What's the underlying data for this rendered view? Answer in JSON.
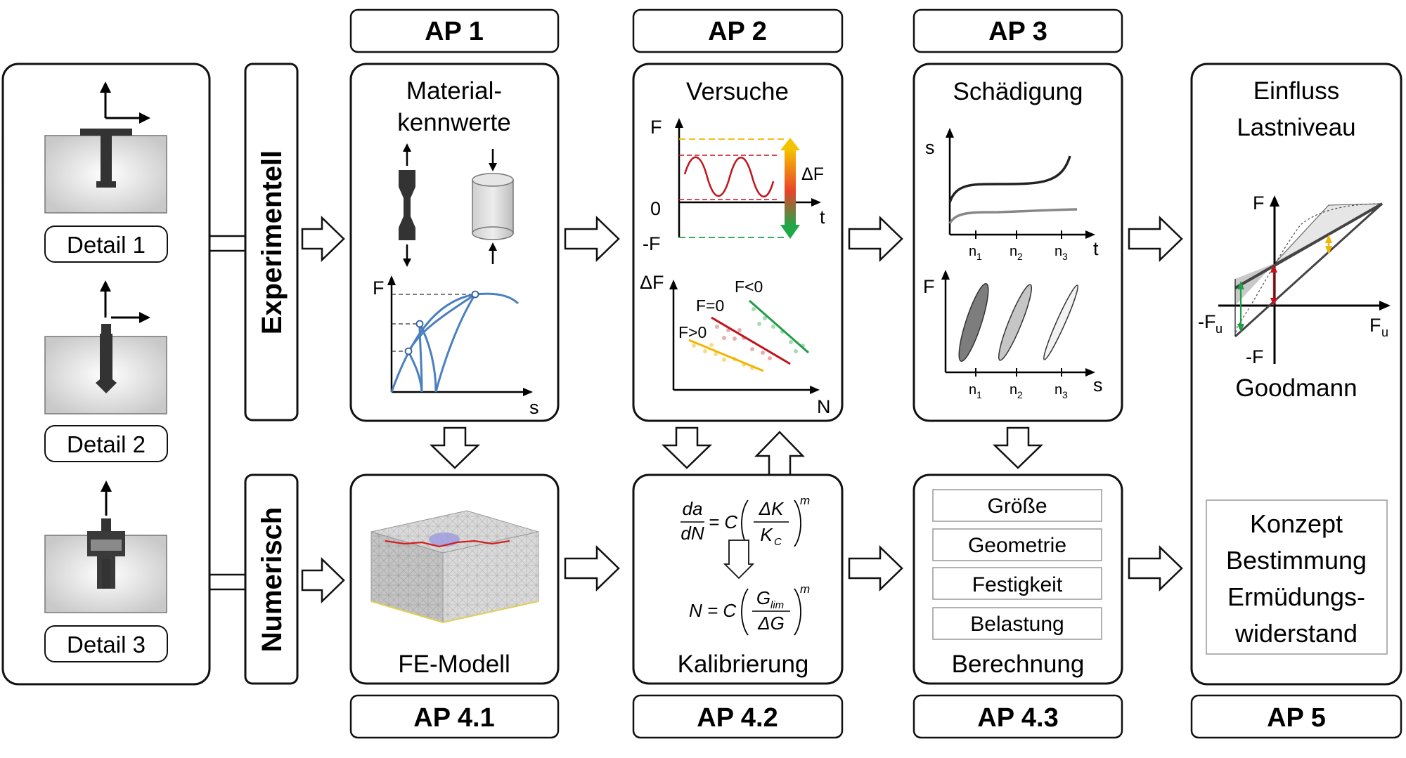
{
  "ap_labels": {
    "ap1": "AP 1",
    "ap2": "AP 2",
    "ap3": "AP 3",
    "ap41": "AP 4.1",
    "ap42": "AP 4.2",
    "ap43": "AP 4.3",
    "ap5": "AP 5"
  },
  "side_labels": {
    "experimental": "Experimentell",
    "numerical": "Numerisch"
  },
  "details": [
    "Detail 1",
    "Detail 2",
    "Detail 3"
  ],
  "material": {
    "title_line1": "Material-",
    "title_line2": "kennwerte",
    "axis_f": "F",
    "axis_s": "s"
  },
  "versuche": {
    "title": "Versuche",
    "axis_f": "F",
    "zero": "0",
    "neg_f": "-F",
    "axis_t": "t",
    "delta_f": "ΔF",
    "axis_df": "ΔF",
    "axis_n": "N",
    "series": [
      "F<0",
      "F=0",
      "F>0"
    ],
    "colors": {
      "neg": "#1e9e46",
      "zero": "#c0141c",
      "pos": "#f2b500"
    }
  },
  "schaedigung": {
    "title": "Schädigung",
    "axis_s": "s",
    "axis_t": "t",
    "axis_f": "F",
    "axis_s2": "s",
    "n_letter": "n",
    "ticks": [
      "1",
      "2",
      "3"
    ]
  },
  "einfluss": {
    "title_line1": "Einfluss",
    "title_line2": "Lastniveau",
    "axis_f": "F",
    "neg_f": "-F",
    "neg_fu_main": "-F",
    "fu_main": "F",
    "fu_sub": "u",
    "caption": "Goodmann"
  },
  "konzept": [
    "Konzept",
    "Bestimmung",
    "Ermüdungs-",
    "widerstand"
  ],
  "fe_model": {
    "caption": "FE-Modell"
  },
  "kalibrierung": {
    "caption": "Kalibrierung",
    "f1_da": "da",
    "f1_dn": "dN",
    "f1_eq": "= C",
    "f1_dk": "ΔK",
    "f1_kc": "K",
    "f1_kc_sub": "C",
    "f1_exp": "m",
    "f2_n": "N = C",
    "f2_g": "G",
    "f2_g_sub": "lim",
    "f2_dg": "ΔG",
    "f2_exp": "m"
  },
  "berechnung": {
    "caption": "Berechnung",
    "items": [
      "Größe",
      "Geometrie",
      "Festigkeit",
      "Belastung"
    ]
  }
}
